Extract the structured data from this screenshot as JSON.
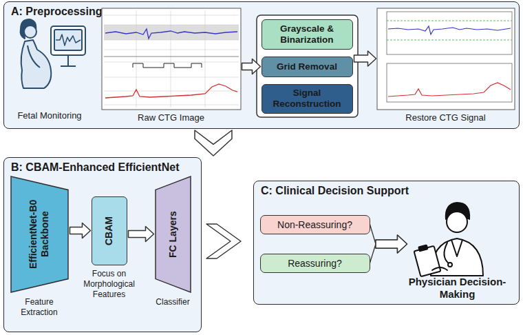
{
  "diagram": {
    "nodes": [
      {
        "text": [
          "A: Preprocessing"
        ]
      },
      {
        "text": [
          "Raw CTG Image"
        ],
        "in": 0
      },
      {
        "text": [
          "Grayscale & Binarization"
        ],
        "in": 0
      },
      {
        "text": [
          "Grid Removal"
        ],
        "in": 0
      },
      {
        "text": [
          "Signal Reconstruction"
        ],
        "in": 0
      },
      {
        "text": [
          "Restore CTG Signal"
        ],
        "in": 0
      },
      {
        "text": [
          "B: CBAM-Enhanced EfficientNet"
        ]
      },
      {
        "text": [
          "EfficientNet-B0 Backbone",
          "Feature Extraction"
        ],
        "in": 6
      },
      {
        "text": [
          "CBAM",
          "Focus on Morphological Features"
        ],
        "in": 6
      },
      {
        "text": [
          "FC Layers",
          "Classifier"
        ],
        "in": 6
      },
      {
        "text": [
          "C: Clinical Decision Support"
        ]
      },
      {
        "text": [
          "Non-Reassuring?"
        ],
        "in": 10
      },
      {
        "text": [
          "Reassuring?"
        ],
        "in": 10
      },
      {
        "text": [
          "Physician Decision-Making"
        ],
        "in": 10
      }
    ],
    "edges": [
      {
        "from": 1,
        "to": 3,
        "arrow": "to"
      },
      {
        "from": 3,
        "to": 5,
        "arrow": "to"
      },
      {
        "from": 0,
        "to": 6,
        "arrow": "to"
      },
      {
        "from": 7,
        "to": 8,
        "arrow": "to"
      },
      {
        "from": 8,
        "to": 9,
        "arrow": "to"
      },
      {
        "from": 6,
        "to": 10,
        "arrow": "to"
      },
      {
        "from": 11,
        "to": 13,
        "arrow": "to"
      },
      {
        "from": 12,
        "to": 13,
        "arrow": "to"
      }
    ],
    "labels": [
      "Fetal Monitoring"
    ]
  }
}
